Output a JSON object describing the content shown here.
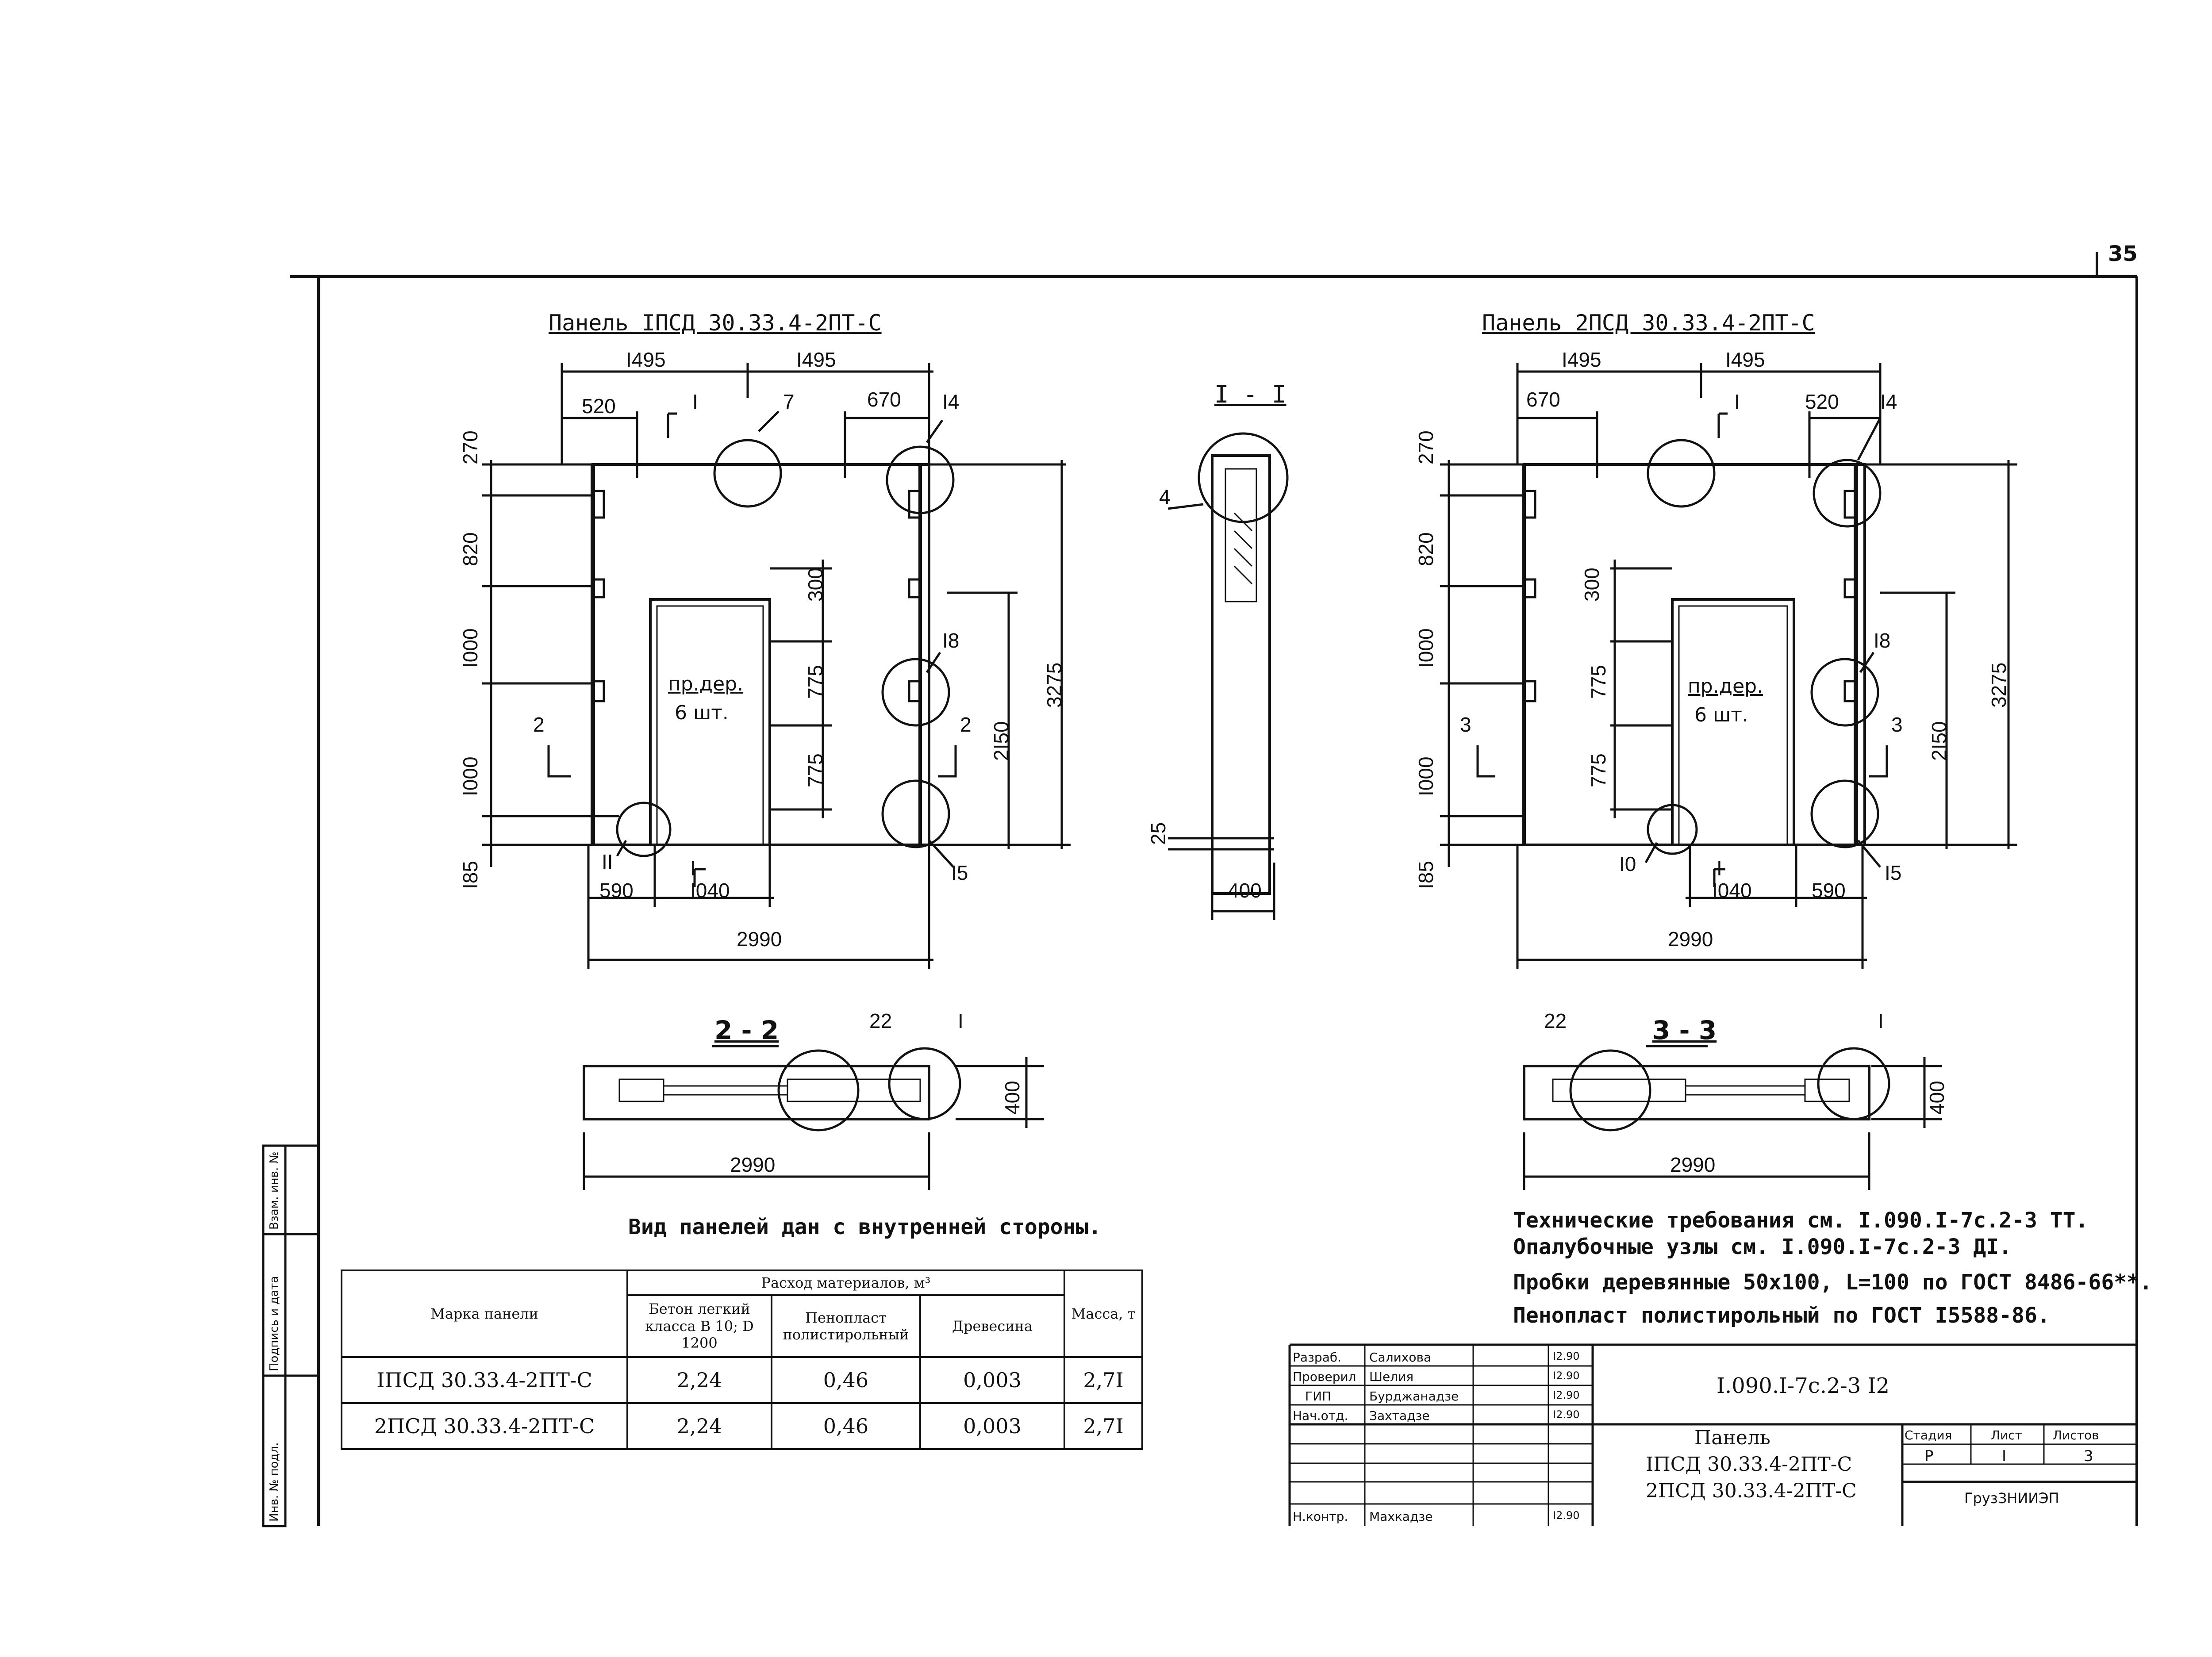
{
  "page_number": "35",
  "panel1": {
    "title": "Панель IПСД 30.33.4-2ПТ-С",
    "dims": {
      "top_left": "I495",
      "top_right": "I495",
      "d520": "520",
      "d670": "670",
      "h270": "270",
      "h820": "820",
      "h1000a": "I000",
      "h1000b": "I000",
      "h185": "I85",
      "h300": "300",
      "h775a": "775",
      "h775b": "775",
      "h2150": "2I50",
      "h3275": "3275",
      "b590": "590",
      "b1040": "I040",
      "total": "2990"
    },
    "door_label": "пр.дер.",
    "door_count": "6 шт.",
    "callouts": {
      "c7": "7",
      "c14": "I4",
      "c18": "I8",
      "c15": "I5",
      "c11": "II",
      "c2a": "2",
      "c2b": "2",
      "cI_top": "I",
      "cI_bot": "I"
    }
  },
  "section_11": {
    "title": "I - I",
    "callout4": "4",
    "d25": "25",
    "d400": "400"
  },
  "panel2": {
    "title": "Панель 2ПСД 30.33.4-2ПТ-С",
    "dims": {
      "top_left": "I495",
      "top_right": "I495",
      "d670": "670",
      "d520": "520",
      "h270": "270",
      "h820": "820",
      "h1000a": "I000",
      "h1000b": "I000",
      "h185": "I85",
      "h300": "300",
      "h775a": "775",
      "h775b": "775",
      "h2150": "2I50",
      "h3275": "3275",
      "b1040": "I040",
      "b590": "590",
      "total": "2990"
    },
    "door_label": "пр.дер.",
    "door_count": "6 шт.",
    "callouts": {
      "c14": "I4",
      "c18": "I8",
      "c15": "I5",
      "c10": "I0",
      "c3a": "3",
      "c3b": "3",
      "cI_top": "I",
      "cI_bot": "I"
    }
  },
  "section_22": {
    "title": "2 - 2",
    "c22": "22",
    "cI": "I",
    "d400": "400",
    "total": "2990"
  },
  "section_33": {
    "title": "3 - 3",
    "c22": "22",
    "cI": "I",
    "d400": "400",
    "total": "2990"
  },
  "view_note": "Вид панелей дан с внутренней стороны.",
  "notes": [
    "Технические требования см. I.090.I-7с.2-3 ТТ.",
    "Опалубочные узлы см. I.090.I-7с.2-3 ДI.",
    "Пробки деревянные 50х100, L=100 по ГОСТ 8486-66**.",
    "Пенопласт полистирольный по ГОСТ I5588-86."
  ],
  "table": {
    "header_mark": "Марка панели",
    "header_group": "Расход материалов, м³",
    "header_concrete": "Бетон легкий класса В 10; D 1200",
    "header_foam": "Пенопласт полистирольный",
    "header_wood": "Древесина",
    "header_mass": "Масса, т",
    "rows": [
      {
        "mark": "IПСД 30.33.4-2ПТ-С",
        "concrete": "2,24",
        "foam": "0,46",
        "wood": "0,003",
        "mass": "2,7I"
      },
      {
        "mark": "2ПСД 30.33.4-2ПТ-С",
        "concrete": "2,24",
        "foam": "0,46",
        "wood": "0,003",
        "mass": "2,7I"
      }
    ]
  },
  "stamp": {
    "roles": [
      "Разраб.",
      "Проверил",
      "ГИП",
      "Нач.отд.",
      "",
      "",
      "Н.контр."
    ],
    "names": [
      "Салихова",
      "Шелия",
      "Бурджанадзе",
      "Захтадзе",
      "",
      "",
      "Махкадзе"
    ],
    "dates": [
      "I2.90",
      "I2.90",
      "I2.90",
      "I2.90",
      "",
      "",
      "I2.90"
    ],
    "doc_code": "I.090.I-7с.2-3 I2",
    "doc_title_1": "Панель",
    "doc_title_2": "IПСД 30.33.4-2ПТ-С",
    "doc_title_3": "2ПСД 30.33.4-2ПТ-С",
    "h_stage": "Стадия",
    "h_sheet": "Лист",
    "h_sheets": "Листов",
    "stage": "Р",
    "sheet": "I",
    "sheets": "3",
    "org": "ГрузЗНИИЭП"
  },
  "side_stamp": [
    "Взам. инв. №",
    "Подпись и дата",
    "Инв. № подл."
  ]
}
